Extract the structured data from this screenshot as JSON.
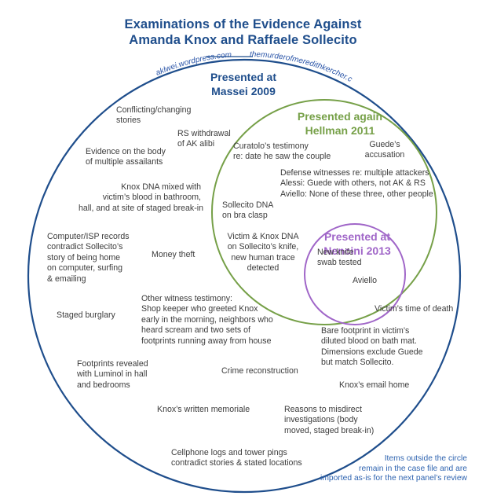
{
  "title": {
    "line1": "Examinations of the Evidence Against",
    "line2": "Amanda Knox and Raffaele Sollecito"
  },
  "credits": {
    "left_url": "aklwei.wordpress.com",
    "right_url": "themurderofmeredithkercher.com"
  },
  "colors": {
    "massei": "#1f4e8c",
    "hellman": "#76a048",
    "nencini": "#a066c8",
    "text": "#3c3c3c",
    "footnote": "#2f64b0"
  },
  "circles": {
    "massei": {
      "heading_line1": "Presented at",
      "heading_line2": "Massei 2009"
    },
    "hellman": {
      "heading_line1": "Presented again",
      "heading_line2": "Hellman 2011"
    },
    "nencini": {
      "heading_line1": "Presented at",
      "heading_line2": "Nencini 2013"
    }
  },
  "items": {
    "conflicting_stories": [
      "Conflicting/changing",
      "stories"
    ],
    "rs_withdrawal": [
      "RS withdrawal",
      "of AK alibi"
    ],
    "evidence_body": [
      "Evidence on the body",
      "of multiple assailants"
    ],
    "knox_dna_mixed": [
      "Knox DNA mixed with",
      "victim’s blood in bathroom,",
      "hall, and at site of staged break-in"
    ],
    "computer_isp": [
      "Computer/ISP records",
      "contradict Sollecito’s",
      "story of being home",
      "on computer, surfing",
      "& emailing"
    ],
    "money_theft": [
      "Money theft"
    ],
    "staged_burglary": [
      "Staged burglary"
    ],
    "other_witness": [
      "Other witness testimony:",
      "Shop keeper who greeted Knox",
      "early in the morning, neighbors who",
      "heard scream and two sets of",
      "footprints running away from house"
    ],
    "footprints_luminol": [
      "Footprints revealed",
      "with Luminol in hall",
      "and bedrooms"
    ],
    "crime_reconstruction": [
      "Crime reconstruction"
    ],
    "knox_memoriale": [
      "Knox’s written memoriale"
    ],
    "cellphone_logs": [
      "Cellphone logs and tower pings",
      "contradict stories & stated locations"
    ],
    "reasons_misdirect": [
      "Reasons to misdirect",
      "investigations (body",
      "moved, staged break-in)"
    ],
    "knox_email": [
      "Knox’s email home"
    ],
    "bare_footprint": [
      "Bare footprint in victim’s",
      "diluted blood on bath mat.",
      "Dimensions exclude Guede",
      "but match Sollecito."
    ],
    "time_of_death": [
      "Victim’s time of death"
    ],
    "curatolo": [
      "Curatolo’s testimony",
      "re: date he saw the couple"
    ],
    "guede_accusation": [
      "Guede’s",
      "accusation"
    ],
    "defense_witnesses": [
      "Defense witnesses re: multiple attackers",
      "Alessi: Guede with others, not AK & RS",
      "Aviello: None of these three, other people"
    ],
    "bra_clasp": [
      "Sollecito DNA",
      "on bra clasp"
    ],
    "knife_dna": [
      "Victim & Knox DNA",
      "on Sollecito’s knife,",
      "new human trace",
      "detected"
    ],
    "new_knife_swab": [
      "New knife",
      "swab tested"
    ],
    "aviello": [
      "Aviello"
    ]
  },
  "footnote": {
    "line1": "Items outside the circle",
    "line2": "remain in the case file and are",
    "line3": "imported as-is for the next panel’s review"
  }
}
